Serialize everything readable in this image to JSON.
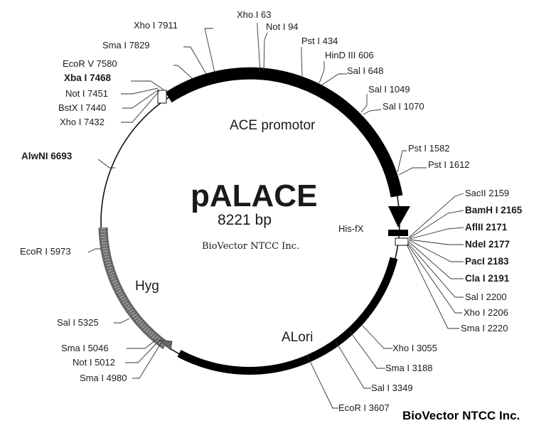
{
  "plasmid": {
    "name": "pALACE",
    "size": "8221 bp",
    "watermark": "BioVector NTCC Inc.",
    "brand": "BioVector NTCC Inc."
  },
  "features": [
    {
      "id": "ace",
      "label": "ACE promotor"
    },
    {
      "id": "hisfx",
      "label": "His-fX"
    },
    {
      "id": "alori",
      "label": "ALori"
    },
    {
      "id": "hyg",
      "label": "Hyg"
    }
  ],
  "sites": [
    {
      "label": "Xho I 63",
      "bold": false
    },
    {
      "label": "Not I 94",
      "bold": false
    },
    {
      "label": "Pst I 434",
      "bold": false
    },
    {
      "label": "HinD III 606",
      "bold": false
    },
    {
      "label": "Sal I 648",
      "bold": false
    },
    {
      "label": "Sal I 1049",
      "bold": false
    },
    {
      "label": "Sal I 1070",
      "bold": false
    },
    {
      "label": "Pst I 1582",
      "bold": false
    },
    {
      "label": "Pst I 1612",
      "bold": false
    },
    {
      "label": "SacII 2159",
      "bold": false
    },
    {
      "label": "BamH I 2165",
      "bold": true
    },
    {
      "label": "AflII 2171",
      "bold": true
    },
    {
      "label": "NdeI 2177",
      "bold": true
    },
    {
      "label": "PacI 2183",
      "bold": true
    },
    {
      "label": "Cla I 2191",
      "bold": true
    },
    {
      "label": "Sal I 2200",
      "bold": false
    },
    {
      "label": "Xho I 2206",
      "bold": false
    },
    {
      "label": "Sma I 2220",
      "bold": false
    },
    {
      "label": "Xho I 3055",
      "bold": false
    },
    {
      "label": "Sma I 3188",
      "bold": false
    },
    {
      "label": "Sal I 3349",
      "bold": false
    },
    {
      "label": "EcoR I 3607",
      "bold": false
    },
    {
      "label": "Sma I 4980",
      "bold": false
    },
    {
      "label": "Not I 5012",
      "bold": false
    },
    {
      "label": "Sma I 5046",
      "bold": false
    },
    {
      "label": "Sal I 5325",
      "bold": false
    },
    {
      "label": "EcoR I 5973",
      "bold": false
    },
    {
      "label": "AlwNI 6693",
      "bold": true
    },
    {
      "label": "Xho I 7432",
      "bold": false
    },
    {
      "label": "BstX I 7440",
      "bold": false
    },
    {
      "label": "Not I 7451",
      "bold": false
    },
    {
      "label": "Xba I 7468",
      "bold": true
    },
    {
      "label": "EcoR V 7580",
      "bold": false
    },
    {
      "label": "Sma I 7829",
      "bold": false
    },
    {
      "label": "Xho I 7911",
      "bold": false
    }
  ]
}
